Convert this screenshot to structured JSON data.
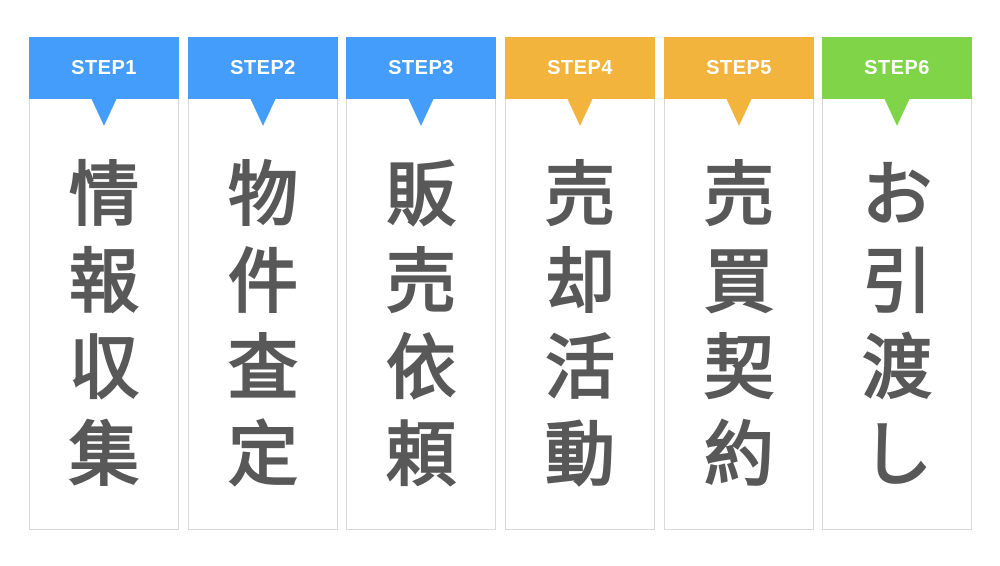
{
  "steps": [
    {
      "label": "STEP1",
      "chars": [
        "情",
        "報",
        "収",
        "集"
      ],
      "color": "#449dfa"
    },
    {
      "label": "STEP2",
      "chars": [
        "物",
        "件",
        "査",
        "定"
      ],
      "color": "#449dfa"
    },
    {
      "label": "STEP3",
      "chars": [
        "販",
        "売",
        "依",
        "頼"
      ],
      "color": "#449dfa"
    },
    {
      "label": "STEP4",
      "chars": [
        "売",
        "却",
        "活",
        "動"
      ],
      "color": "#f2b43c"
    },
    {
      "label": "STEP5",
      "chars": [
        "売",
        "買",
        "契",
        "約"
      ],
      "color": "#f2b43c"
    },
    {
      "label": "STEP6",
      "chars": [
        "お",
        "引",
        "渡",
        "し"
      ],
      "color": "#7fd448"
    }
  ]
}
